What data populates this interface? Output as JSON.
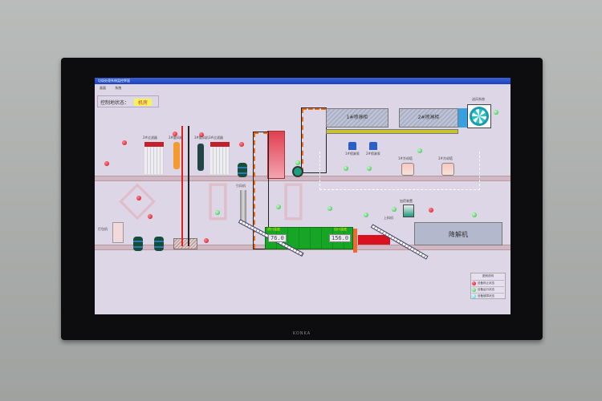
{
  "window": {
    "title": "垃圾处理系统监控界面",
    "menu": [
      "画面",
      "系统"
    ]
  },
  "control": {
    "label": "控制地状态：",
    "value": "机房"
  },
  "equipment": {
    "spray1": "1#喷淋柜",
    "spray2": "2#喷淋柜",
    "degrader": "降解机",
    "fan": "送风系统",
    "filter2": "2#过滤器",
    "filter3": "3#过滤器",
    "cyclone2": "2#旋风机",
    "cyclone3": "3#旋风机",
    "conveyor": "上料机",
    "dryer_fan": "引风机",
    "pump1": "1#喷淋泵",
    "pump2": "2#喷淋泵",
    "tower1": "1#冷却塔",
    "tower2": "2#冷却塔",
    "packer": "打包机",
    "additive": "加药装置"
  },
  "readouts": {
    "temp1_label": "进口温度",
    "temp1": "76.0",
    "temp2_label": "出口温度",
    "temp2": "156.0"
  },
  "legend": {
    "title": "图例说明",
    "stopped": "设备停止状态",
    "running": "设备运行状态",
    "fault": "设备故障状态",
    "colors": {
      "stopped": "#d6001c",
      "running": "#23b33a",
      "fault": "#11cccc"
    }
  },
  "monitor": {
    "brand": "KONKA"
  }
}
